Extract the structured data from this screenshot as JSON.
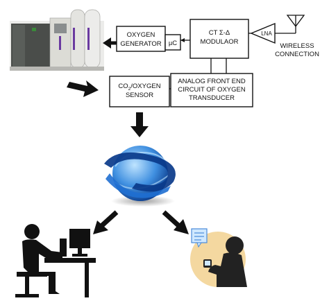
{
  "blocks": {
    "oxygen_generator": [
      "OXYGEN",
      "GENERATOR"
    ],
    "microcontroller": "µC",
    "modulator": [
      "CT Σ-Δ",
      "MODULAOR"
    ],
    "lna": "LNA",
    "wireless": [
      "WIRELESS",
      "CONNECTION"
    ],
    "sensor": [
      "CO",
      "2",
      "/OXYGEN",
      "SENSOR"
    ],
    "afe": [
      "ANALOG FRONT END",
      "CIRCUIT OF OXYGEN",
      "TRANSDUCER"
    ]
  },
  "colors": {
    "line": "#111111",
    "machine_body": "#dcdcd6",
    "machine_cabinet": "#4a4d4a",
    "globe_blue": "#1f6fd1",
    "globe_light": "#bfe4ff",
    "swirl": "#0a3a8a",
    "person_shadow_circle": "#f4d8a0",
    "phone_screen": "#cfe8ff"
  },
  "icons": {
    "generator": "oxygen-generator-machine-image",
    "antenna": "antenna-icon",
    "globe": "internet-globe-icon",
    "workstation": "person-at-computer-icon",
    "mobile_user": "person-with-phone-icon"
  }
}
